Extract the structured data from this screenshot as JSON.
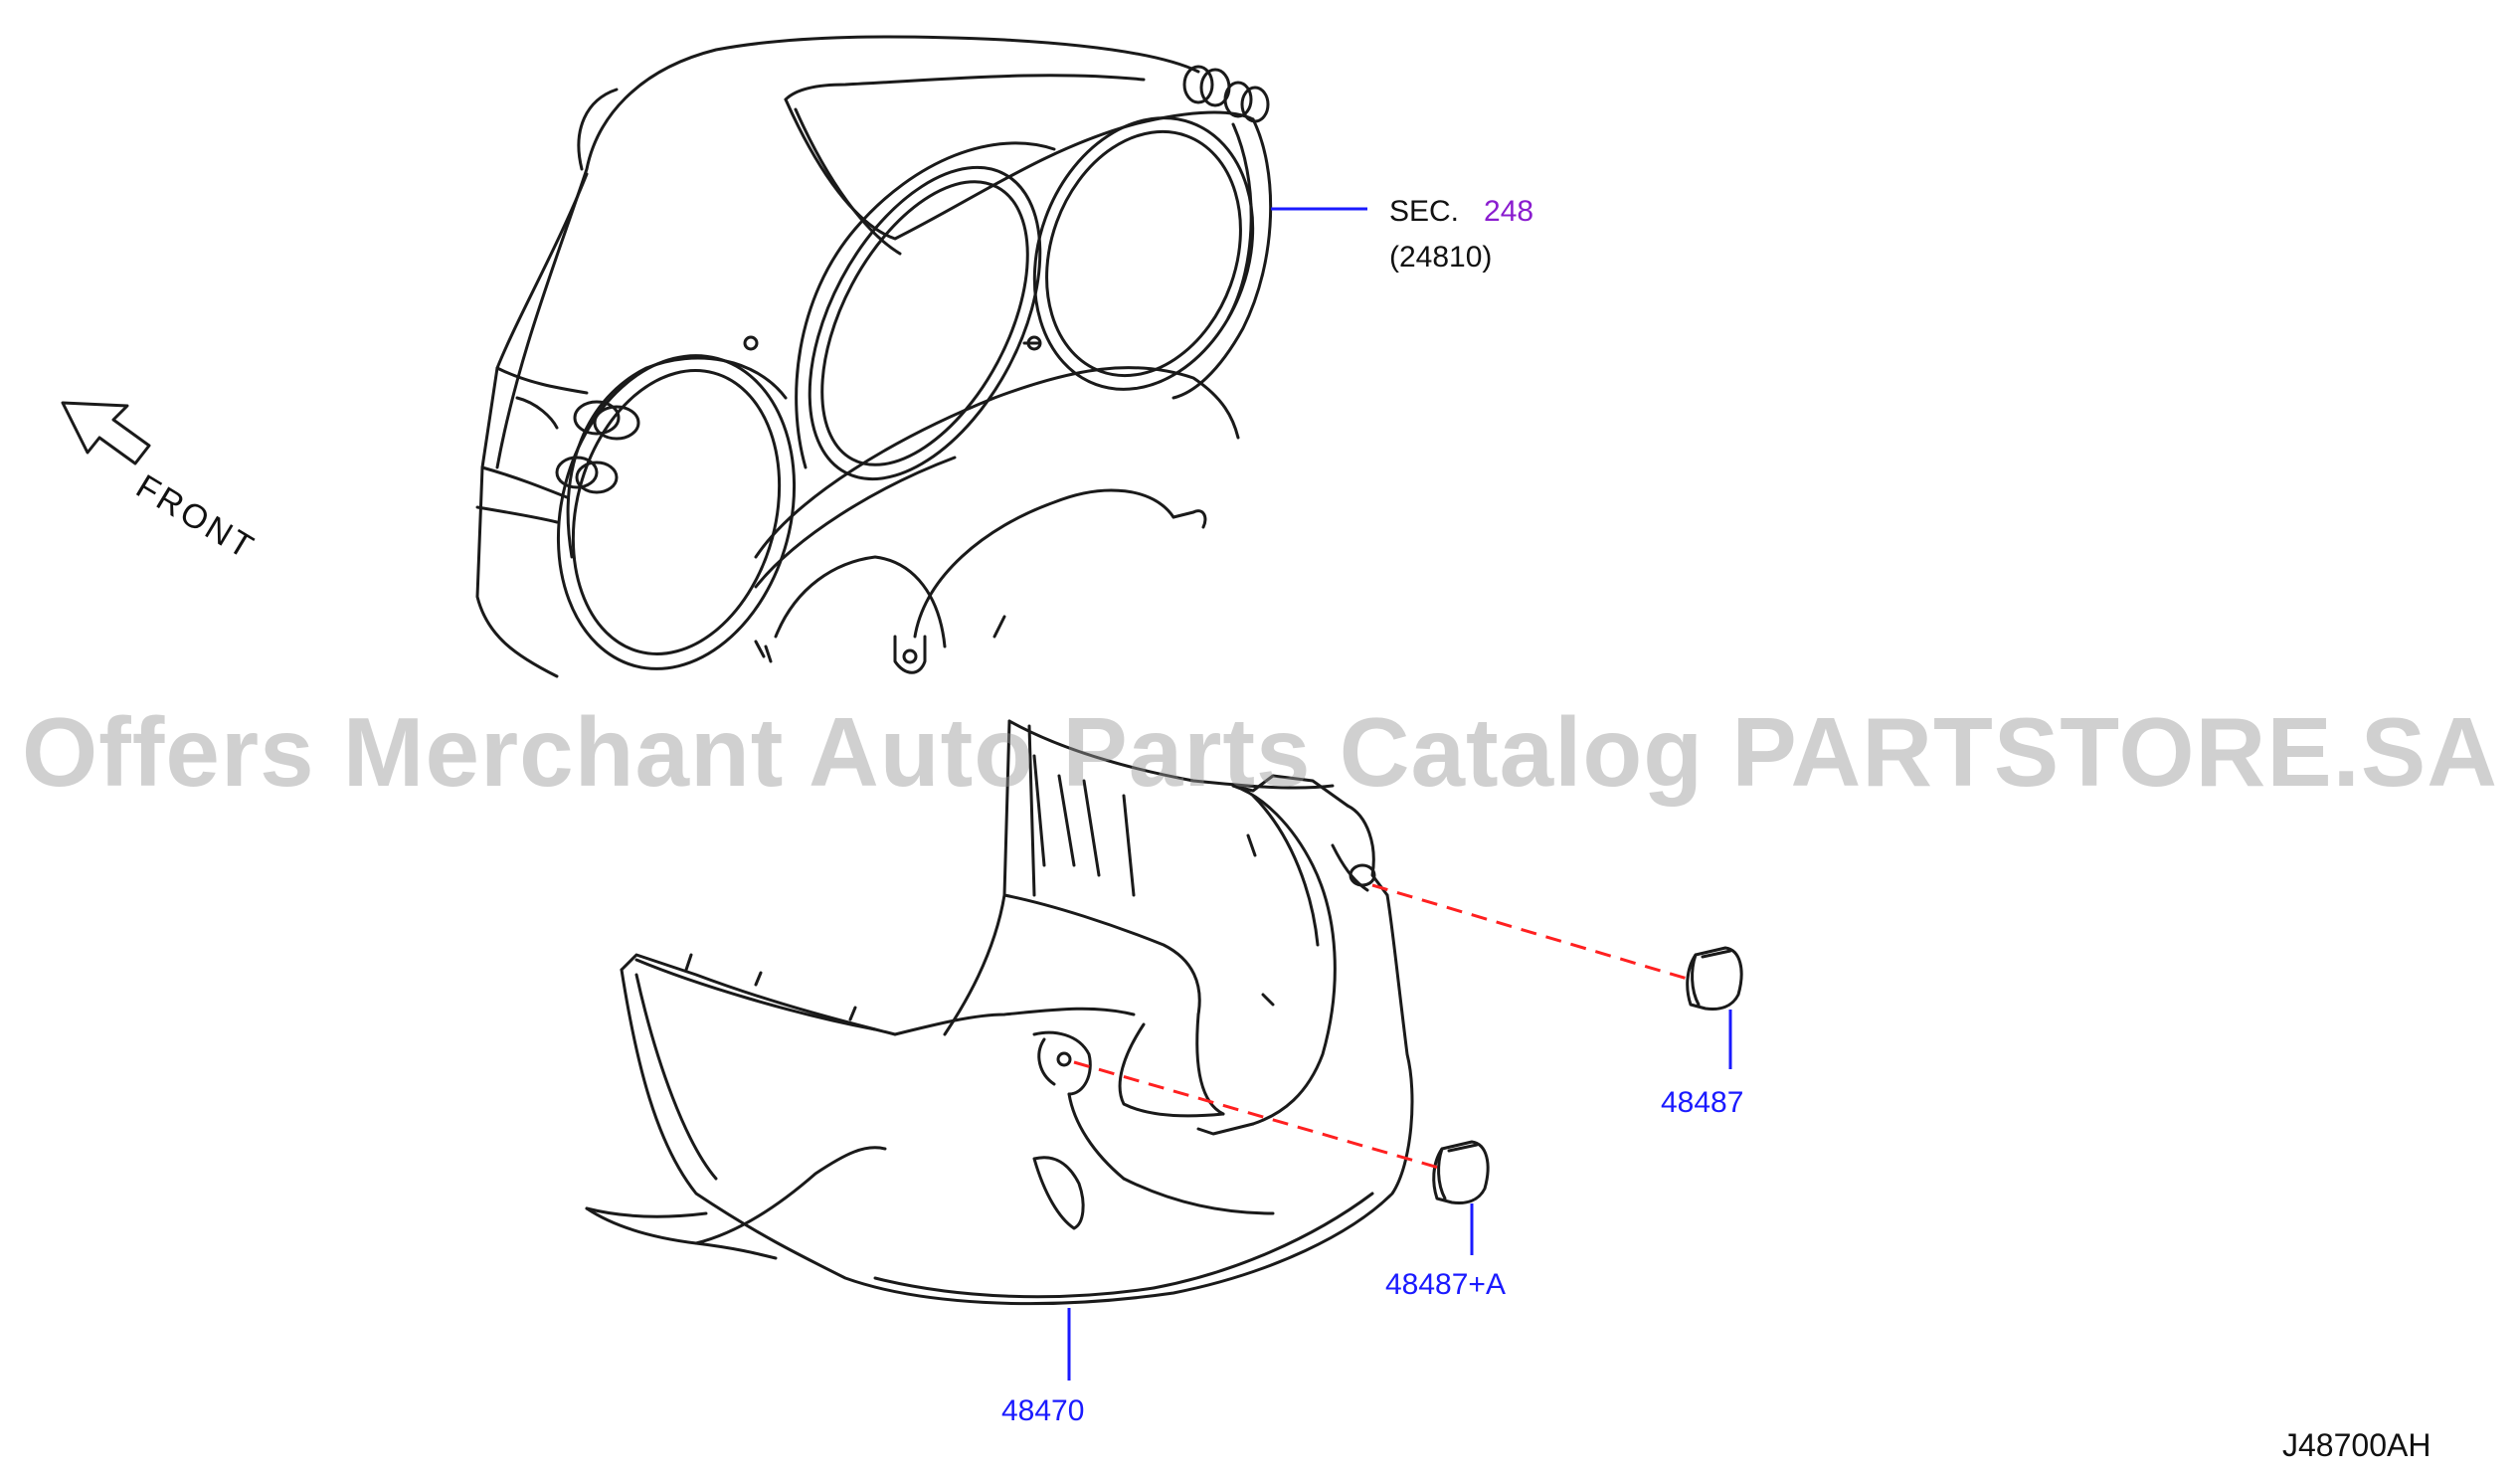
{
  "watermark": "Offers Merchant Auto Parts Catalog PARTSTORE.SA",
  "direction_label": "FRONT",
  "section_ref": {
    "prefix": "SEC.",
    "number": "248",
    "sub": "(24810)"
  },
  "parts": {
    "column_cover": "48470",
    "cap_right": "48487",
    "cap_lower": "48487+A"
  },
  "diagram_code": "J48700AH",
  "colors": {
    "leader": "#1a1aff",
    "dashed": "#ff2020",
    "line": "#1a1a1a",
    "section_number": "#8a1ccf"
  }
}
